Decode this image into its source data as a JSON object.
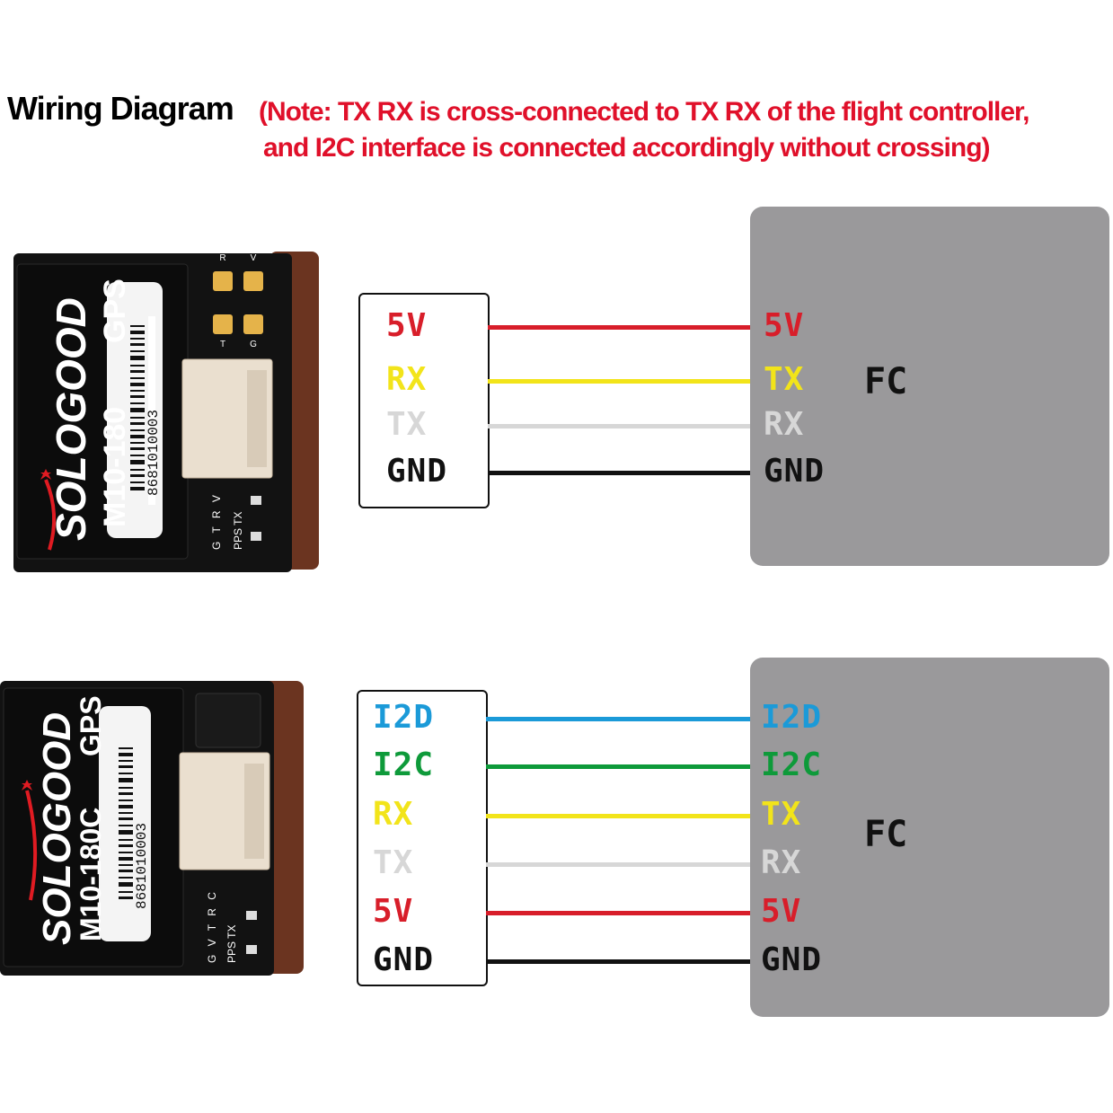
{
  "title": "Wiring Diagram",
  "note_line1": "(Note: TX RX is cross-connected to TX RX of the flight controller,",
  "note_line2": "and I2C interface is connected accordingly without crossing)",
  "colors": {
    "5V": "#d81e2a",
    "RX": "#f2e41a",
    "TX": "#d7d7d7",
    "GND": "#111111",
    "I2D": "#1b9ad8",
    "I2C": "#0e9a3a",
    "fc_box": "#9a999b",
    "note": "#e0102a"
  },
  "diagrams": [
    {
      "module": {
        "brand": "SOLOGOOD",
        "model": "M10-180",
        "type": "GPS",
        "serial": "8681010003",
        "pads_top": [
          "R",
          "V",
          "T",
          "G"
        ],
        "pads_side": "G T R V",
        "pps_label": "PPS TX"
      },
      "fc_label": "FC",
      "wires": [
        {
          "gps": "5V",
          "fc": "5V",
          "color": "5V"
        },
        {
          "gps": "RX",
          "fc": "TX",
          "color": "RX"
        },
        {
          "gps": "TX",
          "fc": "RX",
          "color": "TX"
        },
        {
          "gps": "GND",
          "fc": "GND",
          "color": "GND"
        }
      ]
    },
    {
      "module": {
        "brand": "SOLOGOOD",
        "model": "M10-180C",
        "type": "GPS",
        "serial": "8681010003",
        "pads_side": "G V T R C",
        "pps_label": "PPS TX"
      },
      "fc_label": "FC",
      "wires": [
        {
          "gps": "I2D",
          "fc": "I2D",
          "color": "I2D"
        },
        {
          "gps": "I2C",
          "fc": "I2C",
          "color": "I2C"
        },
        {
          "gps": "RX",
          "fc": "TX",
          "color": "RX"
        },
        {
          "gps": "TX",
          "fc": "RX",
          "color": "TX"
        },
        {
          "gps": "5V",
          "fc": "5V",
          "color": "5V"
        },
        {
          "gps": "GND",
          "fc": "GND",
          "color": "GND"
        }
      ]
    }
  ]
}
